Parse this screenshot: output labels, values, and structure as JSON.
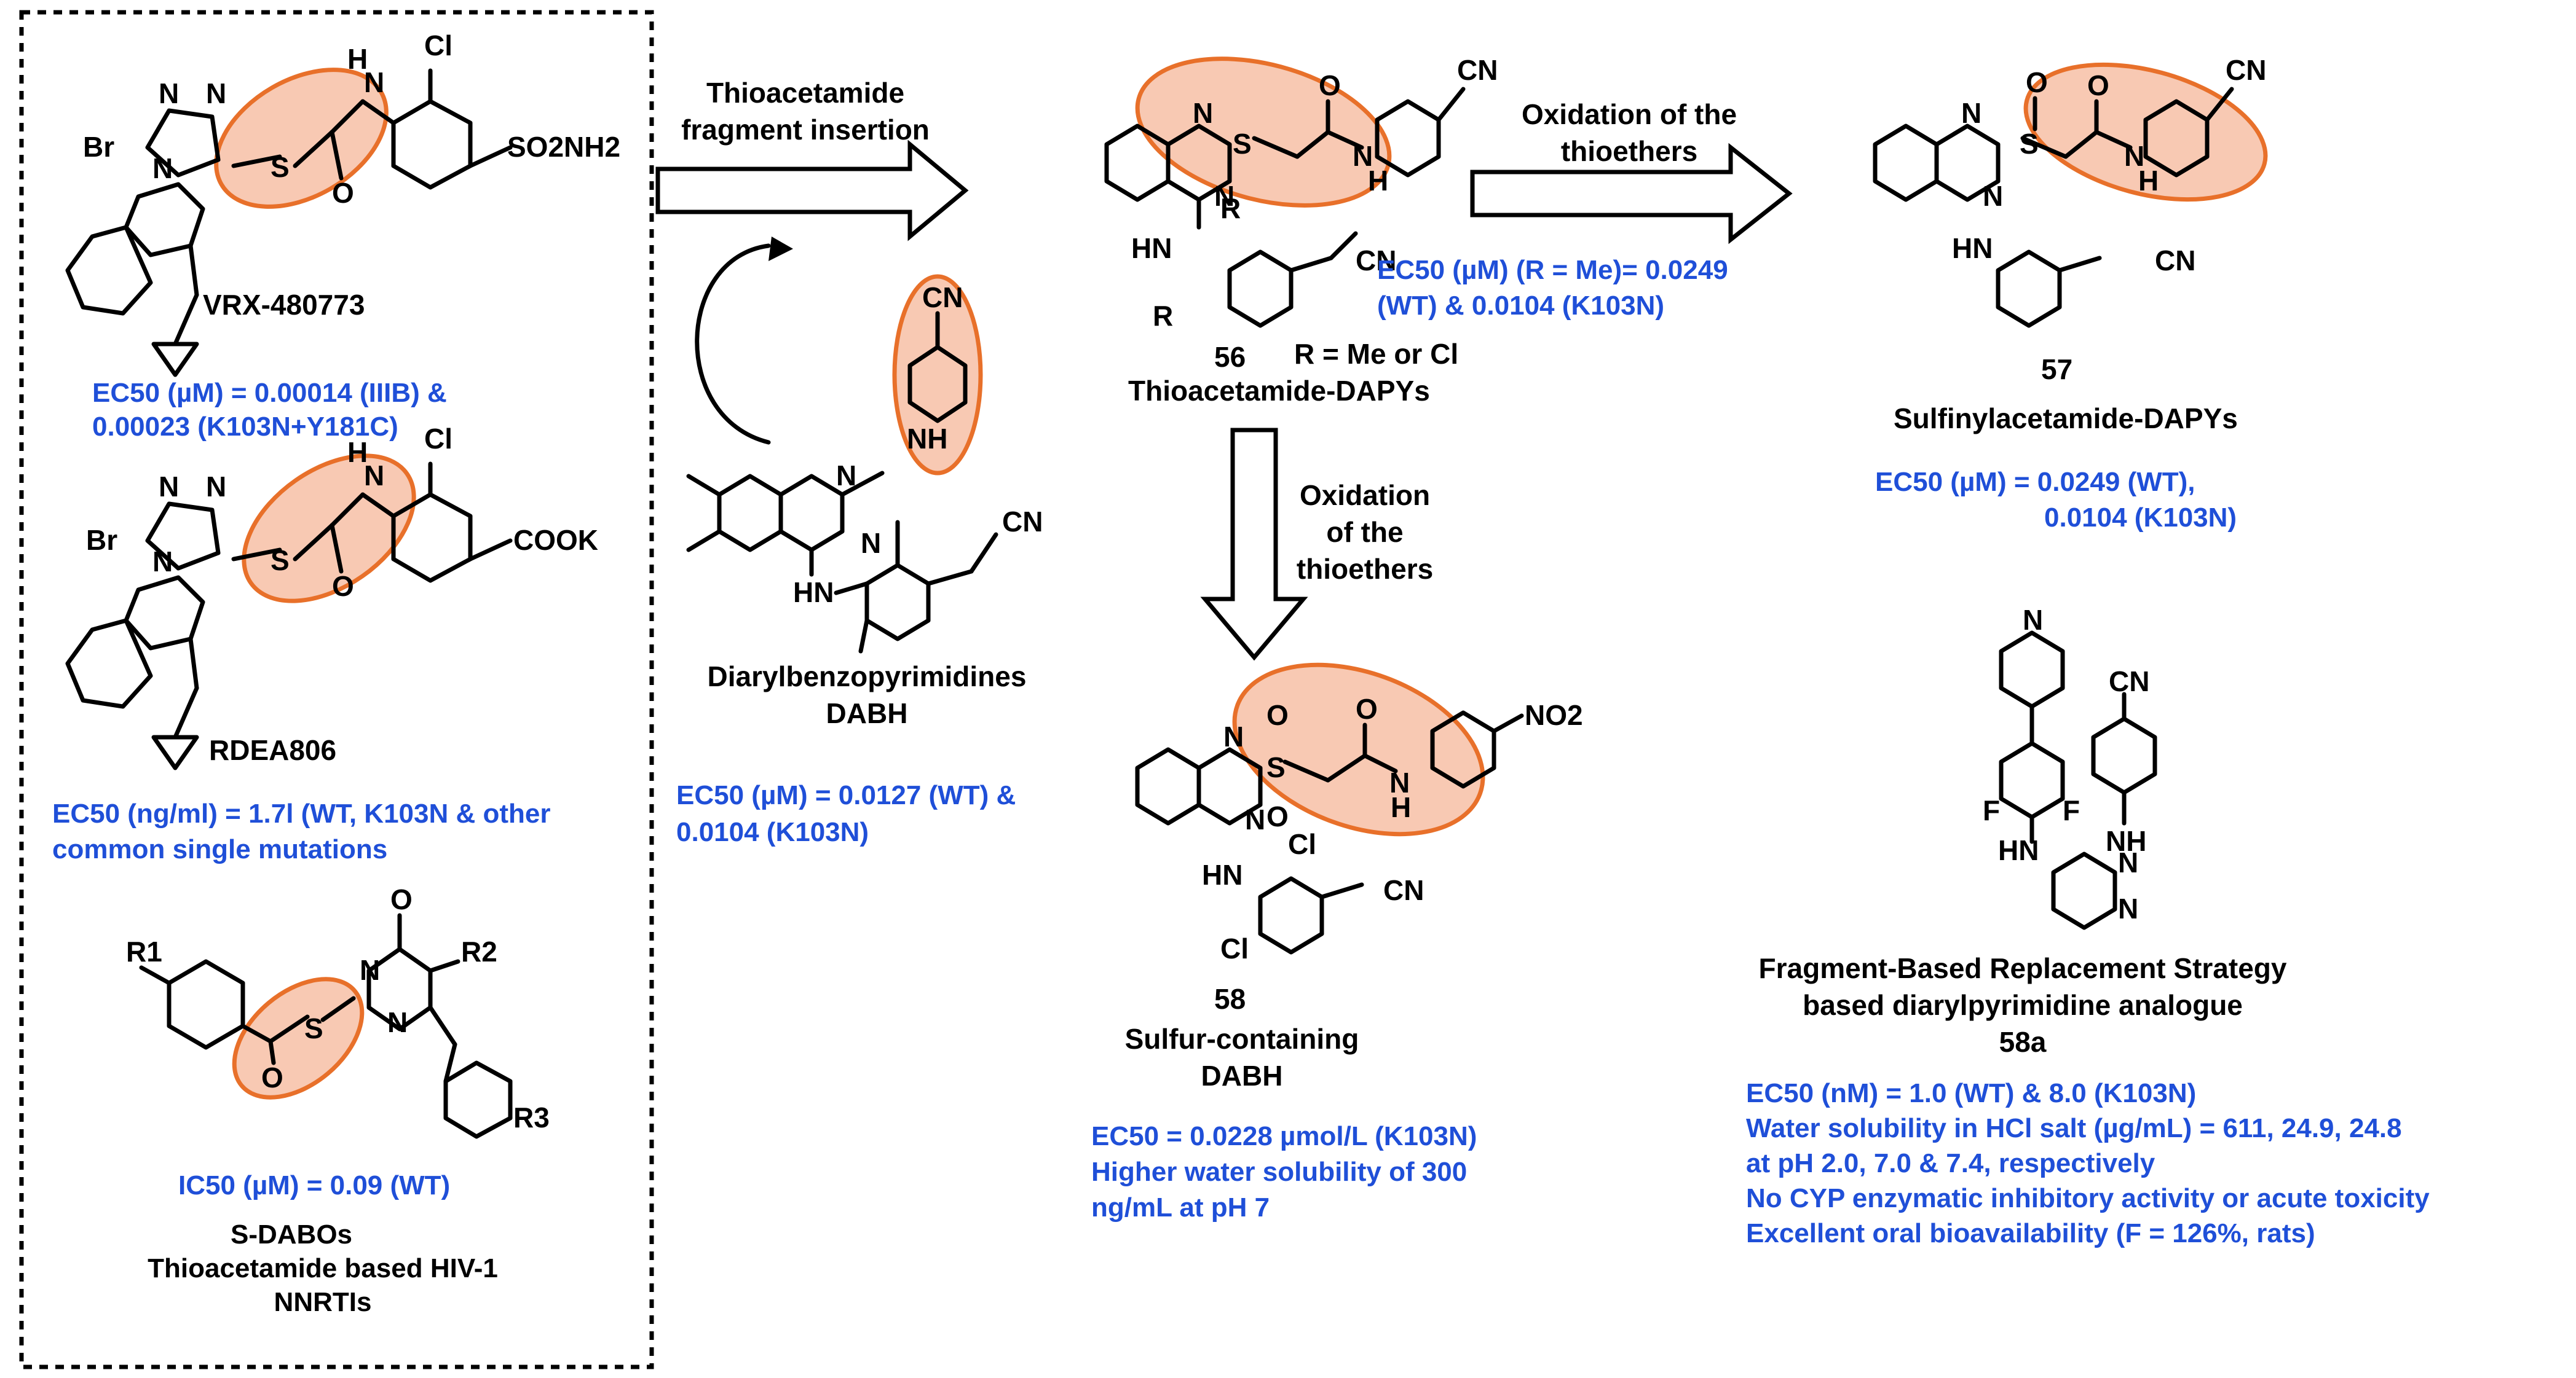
{
  "colors": {
    "highlight_fill": "#f6b79a",
    "highlight_stroke": "#e8702a",
    "activity_text": "#1f4fd8"
  },
  "left_panel": {
    "compound1": {
      "name": "VRX-480773",
      "activity_line1": "EC50 (µM) = 0.00014 (IIIB) &",
      "activity_line2": "0.00023 (K103N+Y181C)",
      "atoms": {
        "br": "Br",
        "n_pos4": "N",
        "n_triazole_a": "N",
        "n_triazole_b": "N",
        "s": "S",
        "nh_n": "N",
        "nh_h": "H",
        "cl": "Cl",
        "o": "O",
        "so2nh2": "SO2NH2"
      }
    },
    "compound2": {
      "name": "RDEA806",
      "activity_line1": "EC50 (ng/ml) = 1.7l (WT, K103N & other",
      "activity_line2": "common single mutations",
      "atoms": {
        "br": "Br",
        "n_pos4": "N",
        "n_triazole_a": "N",
        "n_triazole_b": "N",
        "s": "S",
        "nh_n": "N",
        "nh_h": "H",
        "cl": "Cl",
        "o": "O",
        "cook": "COOK"
      }
    },
    "compound3": {
      "name": "S-DABOs",
      "activity_line1": "IC50  (µM) = 0.09 (WT)",
      "caption_line1": "Thioacetamide based HIV-1",
      "caption_line2": "NNRTIs",
      "atoms": {
        "r1": "R1",
        "r2": "R2",
        "r3": "R3",
        "o_ketone": "O",
        "o_ring": "O",
        "s": "S",
        "n1": "N",
        "n2": "N"
      }
    }
  },
  "arrows": {
    "insertion_line1": "Thioacetamide",
    "insertion_line2": "fragment insertion",
    "oxidation_right_line1": "Oxidation of the",
    "oxidation_right_line2": "thioethers",
    "oxidation_down_line1": "Oxidation",
    "oxidation_down_line2": "of the",
    "oxidation_down_line3": "thioethers"
  },
  "dabh": {
    "name_line1": "Diarylbenzopyrimidines",
    "name_line2": "DABH",
    "activity_line1": "EC50 (µM) = 0.0127 (WT) &",
    "activity_line2": "0.0104 (K103N)",
    "atoms": {
      "cn_top": "CN",
      "nh": "NH",
      "n1": "N",
      "n2": "N",
      "hn": "HN",
      "cn": "CN"
    }
  },
  "compound56": {
    "number": "56",
    "name": "Thioacetamide-DAPYs",
    "r_note": "R = Me or Cl",
    "activity_line1": "EC50 (µM) (R = Me)= 0.0249",
    "activity_line2": "(WT) & 0.0104 (K103N)",
    "atoms": {
      "cn_top": "CN",
      "s": "S",
      "o": "O",
      "n_amide": "N",
      "h_amide": "H",
      "n1": "N",
      "n2": "N",
      "hn": "HN",
      "r_top": "R",
      "r_bottom": "R",
      "cn": "CN"
    }
  },
  "compound57": {
    "number": "57",
    "name": "Sulfinylacetamide-DAPYs",
    "activity_line1": "EC50 (µM) = 0.0249 (WT),",
    "activity_line2": "0.0104 (K103N)",
    "atoms": {
      "cn_top": "CN",
      "s": "S",
      "o_sulfinyl": "O",
      "o": "O",
      "n_amide": "N",
      "h_amide": "H",
      "n1": "N",
      "n2": "N",
      "hn": "HN",
      "cn": "CN"
    }
  },
  "compound58": {
    "number": "58",
    "name_line1": "Sulfur-containing",
    "name_line2": "DABH",
    "activity_line1": "EC50 = 0.0228 µmol/L (K103N)",
    "activity_line2": "Higher water solubility of 300",
    "activity_line3": "ng/mL at pH 7",
    "atoms": {
      "no2": "NO2",
      "s": "S",
      "o_a": "O",
      "o_b": "O",
      "o": "O",
      "n_amide": "N",
      "h_amide": "H",
      "n1": "N",
      "n2": "N",
      "hn": "HN",
      "cl_top": "Cl",
      "cl_bottom": "Cl",
      "cn": "CN"
    }
  },
  "compound58a": {
    "name_line1": "Fragment-Based Replacement Strategy",
    "name_line2": "based diarylpyrimidine analogue",
    "name_line3": "58a",
    "activity_line1": "EC50 (nM) = 1.0 (WT) & 8.0 (K103N)",
    "activity_line2": "Water solubility in HCl salt (µg/mL) = 611, 24.9, 24.8",
    "activity_line3": "at pH 2.0, 7.0 & 7.4, respectively",
    "activity_line4": "No CYP enzymatic inhibitory activity or acute toxicity",
    "activity_line5": "Excellent oral bioavailability (F = 126%, rats)",
    "atoms": {
      "n_pyridine": "N",
      "cn": "CN",
      "f_left": "F",
      "f_right": "F",
      "hn": "HN",
      "nh": "NH",
      "n1": "N",
      "n2": "N"
    }
  }
}
